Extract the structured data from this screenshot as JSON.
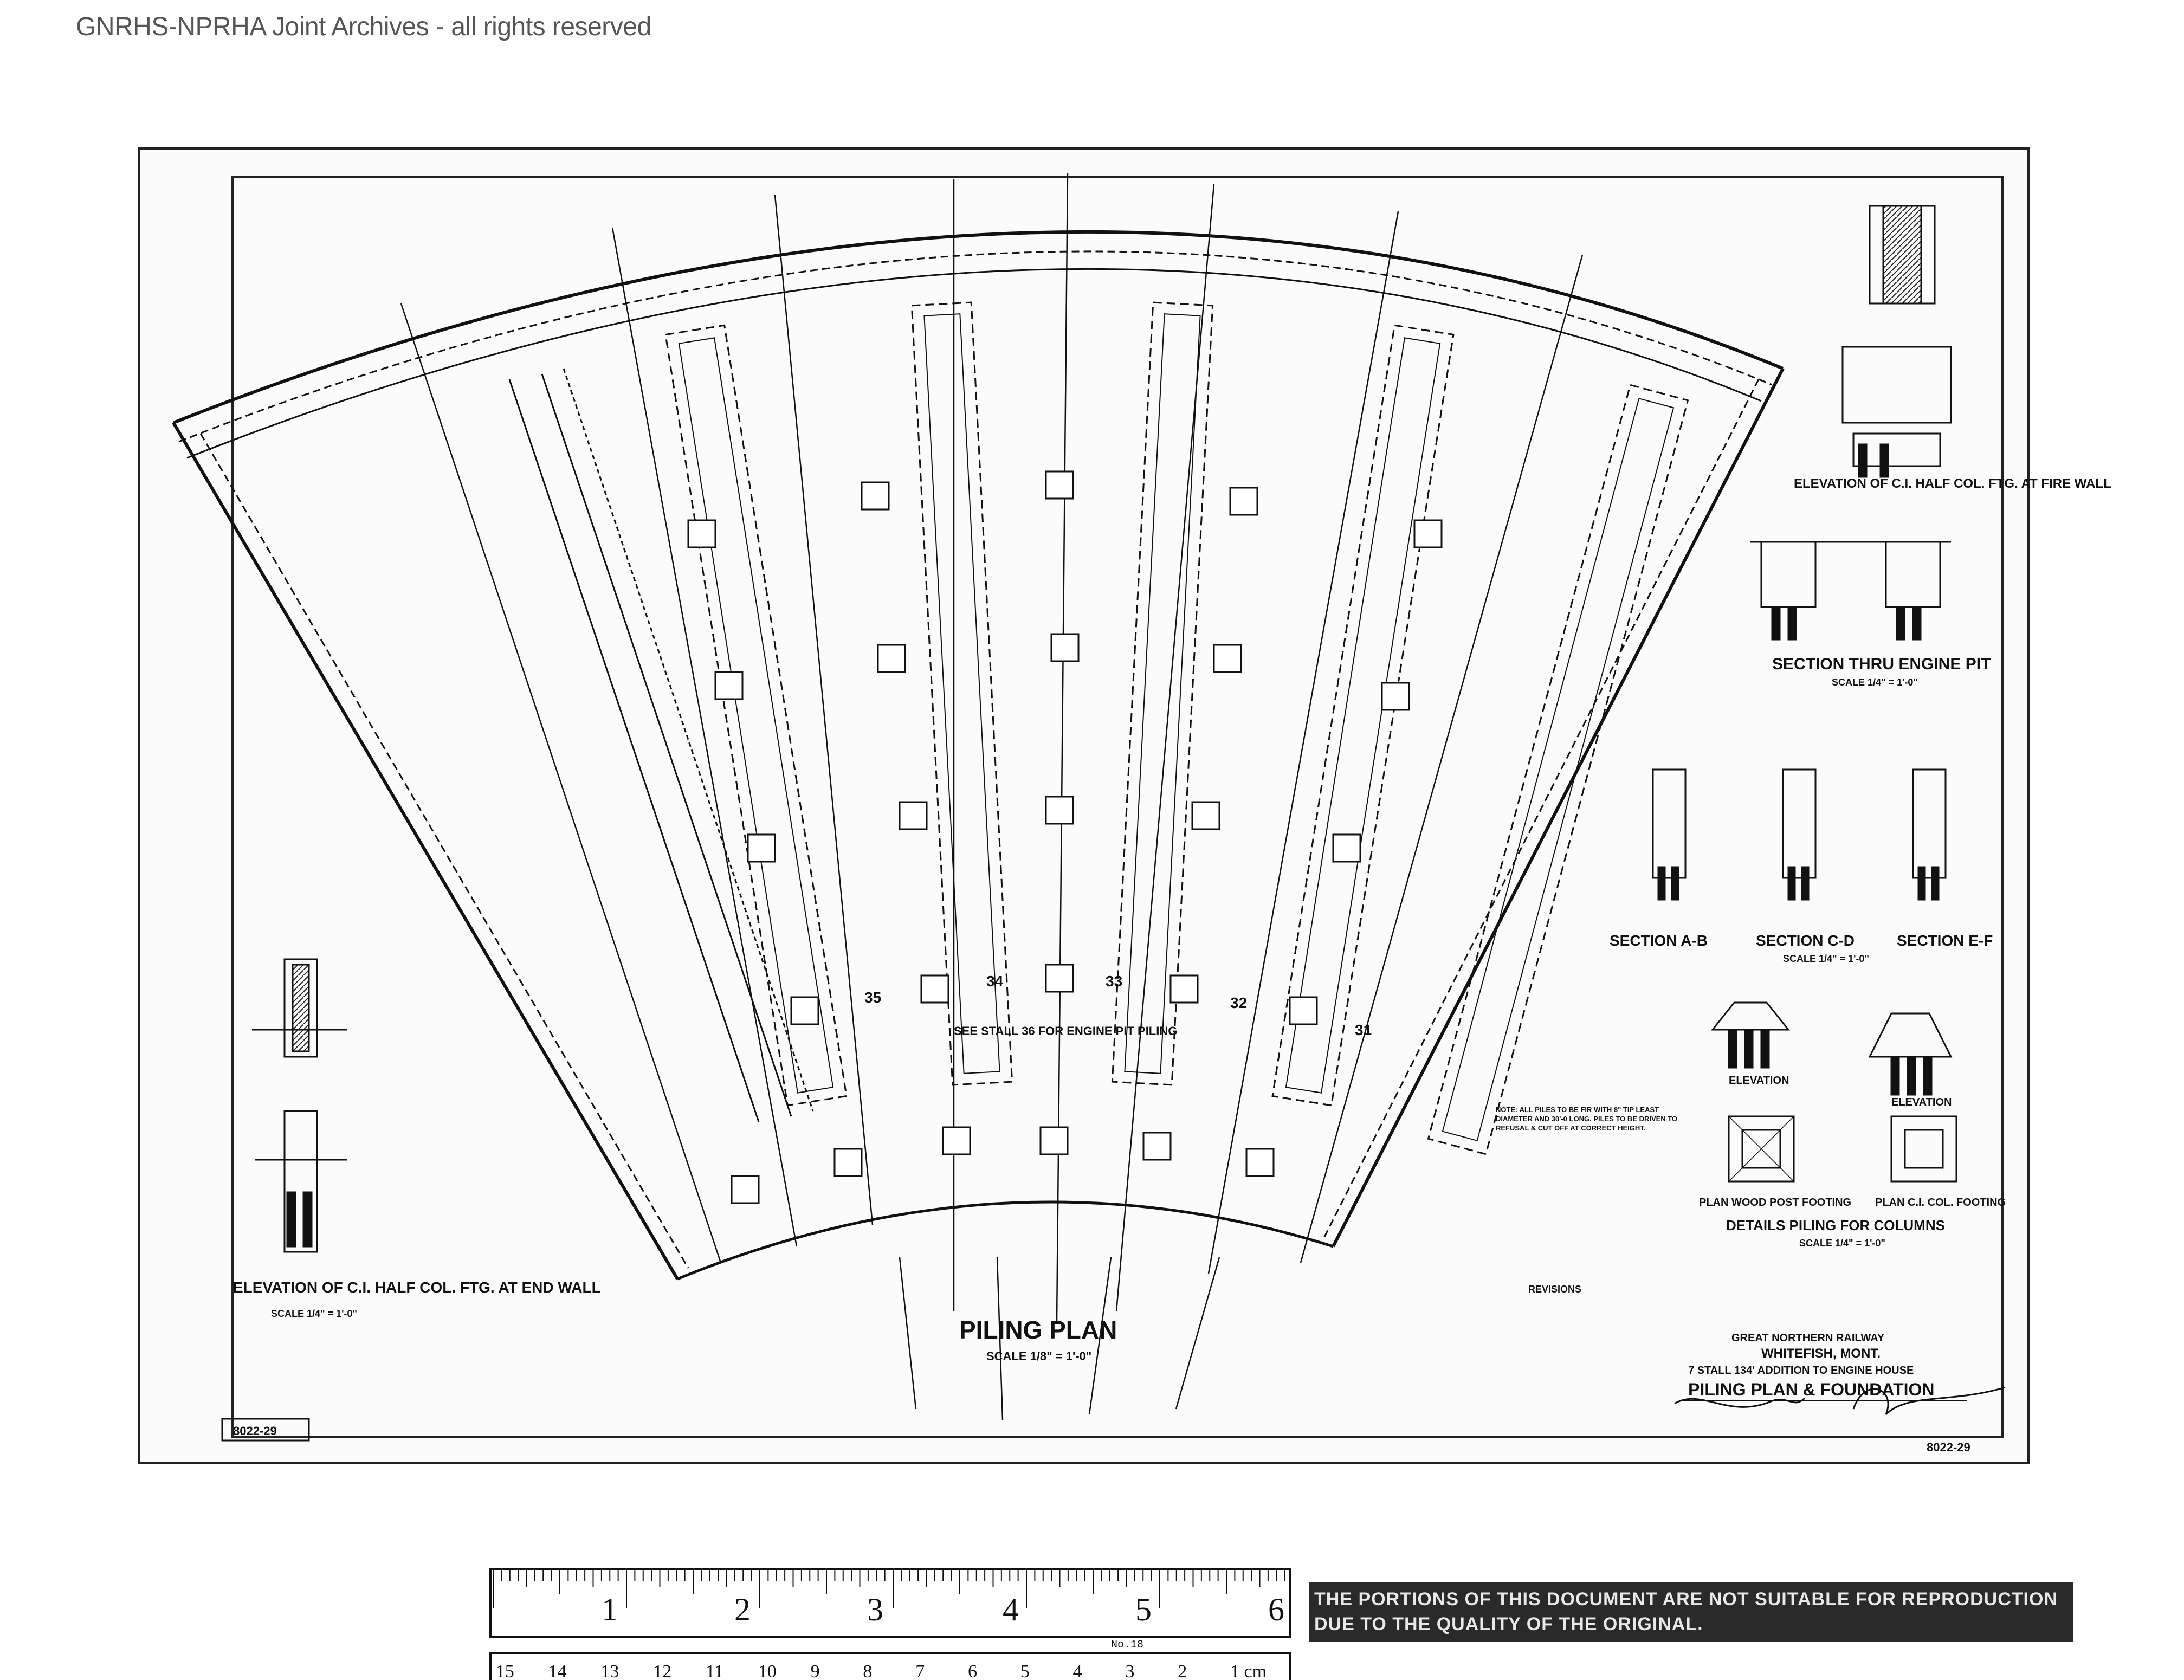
{
  "watermark": "GNRHS-NPRHA Joint Archives - all rights reserved",
  "drawing": {
    "main_title": "PILING PLAN",
    "main_scale": "SCALE 1/8\" = 1'-0\"",
    "stall_numbers": [
      "35",
      "34",
      "33",
      "32",
      "31"
    ],
    "note_pit": "SEE STALL 36 FOR ENGINE PIT PILING",
    "details": {
      "end_wall": "ELEVATION OF C.I. HALF COL. FTG. AT END WALL",
      "end_wall_scale": "SCALE 1/4\" = 1'-0\"",
      "fire_wall": "ELEVATION OF C.I. HALF COL. FTG. AT FIRE WALL",
      "engine_pit": "SECTION THRU ENGINE PIT",
      "engine_pit_scale": "SCALE 1/4\" = 1'-0\"",
      "section_ab": "SECTION A-B",
      "section_cd": "SECTION C-D",
      "section_ef": "SECTION E-F",
      "sections_scale": "SCALE 1/4\" = 1'-0\"",
      "elevation_left": "ELEVATION",
      "elevation_right": "ELEVATION",
      "plan_wood": "PLAN WOOD POST FOOTING",
      "plan_ci": "PLAN C.I. COL. FOOTING",
      "piling_columns": "DETAILS PILING FOR COLUMNS",
      "piling_columns_scale": "SCALE 1/4\" = 1'-0\""
    },
    "notes": "NOTE: ALL PILES TO BE FIR WITH 8\" TIP LEAST DIAMETER AND 30'-0 LONG. PILES TO BE DRIVEN TO REFUSAL & CUT OFF AT CORRECT HEIGHT.",
    "revisions_heading": "REVISIONS",
    "title_block": {
      "railway": "GREAT NORTHERN RAILWAY",
      "location": "WHITEFISH, MONT.",
      "project": "7 STALL 134' ADDITION TO ENGINE HOUSE",
      "sheet_title": "PILING PLAN & FOUNDATION"
    },
    "sheet_number_left": "8022-29",
    "sheet_number_right": "8022-29"
  },
  "ruler": {
    "inches": [
      "1",
      "2",
      "3",
      "4",
      "5",
      "6"
    ],
    "brand": "No.18",
    "cm": [
      "1 cm",
      "2",
      "3",
      "4",
      "5",
      "6",
      "7",
      "8",
      "9",
      "10",
      "11",
      "12",
      "13",
      "14",
      "15"
    ]
  },
  "banner": "THE PORTIONS OF THIS DOCUMENT ARE NOT SUITABLE FOR REPRODUCTION DUE TO THE QUALITY OF THE ORIGINAL."
}
